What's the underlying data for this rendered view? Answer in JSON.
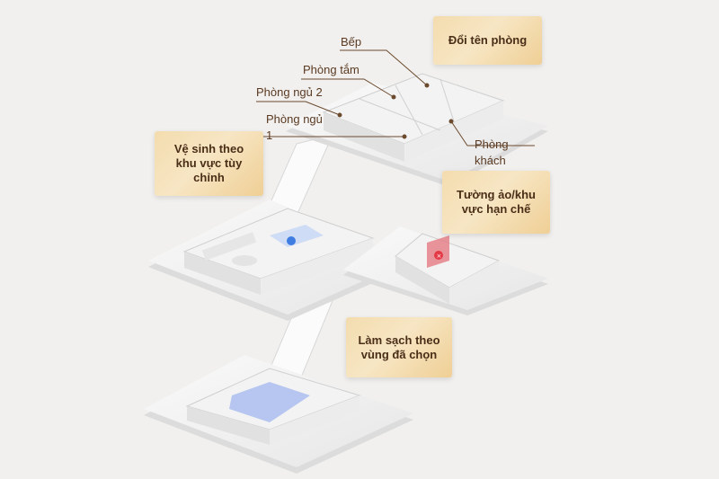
{
  "callouts": {
    "rename": "Đổi tên phòng",
    "custom_zone": "Vệ sinh theo khu vực tùy chỉnh",
    "virtual_wall": "Tường ảo/khu vực hạn chế",
    "selected_area": "Làm sạch theo vùng đã chọn"
  },
  "room_labels": {
    "kitchen": "Bếp",
    "bathroom": "Phòng tắm",
    "bedroom2": "Phòng ngủ 2",
    "bedroom1": "Phòng ngủ 1",
    "living": "Phòng khách"
  },
  "colors": {
    "accent": "#f3dcae",
    "text": "#4a2e17",
    "line": "#6b4a2e",
    "selected": "#aebfef",
    "restricted": "#e53946",
    "zone": "#3f7de0"
  }
}
